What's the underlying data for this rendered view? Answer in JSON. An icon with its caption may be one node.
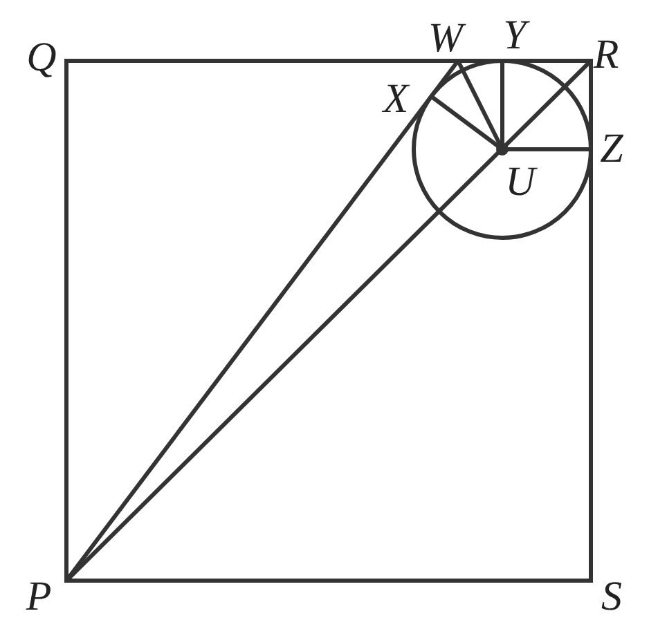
{
  "diagram": {
    "labels": [
      "Q",
      "W",
      "Y",
      "R",
      "X",
      "Z",
      "U",
      "P",
      "S"
    ]
  }
}
